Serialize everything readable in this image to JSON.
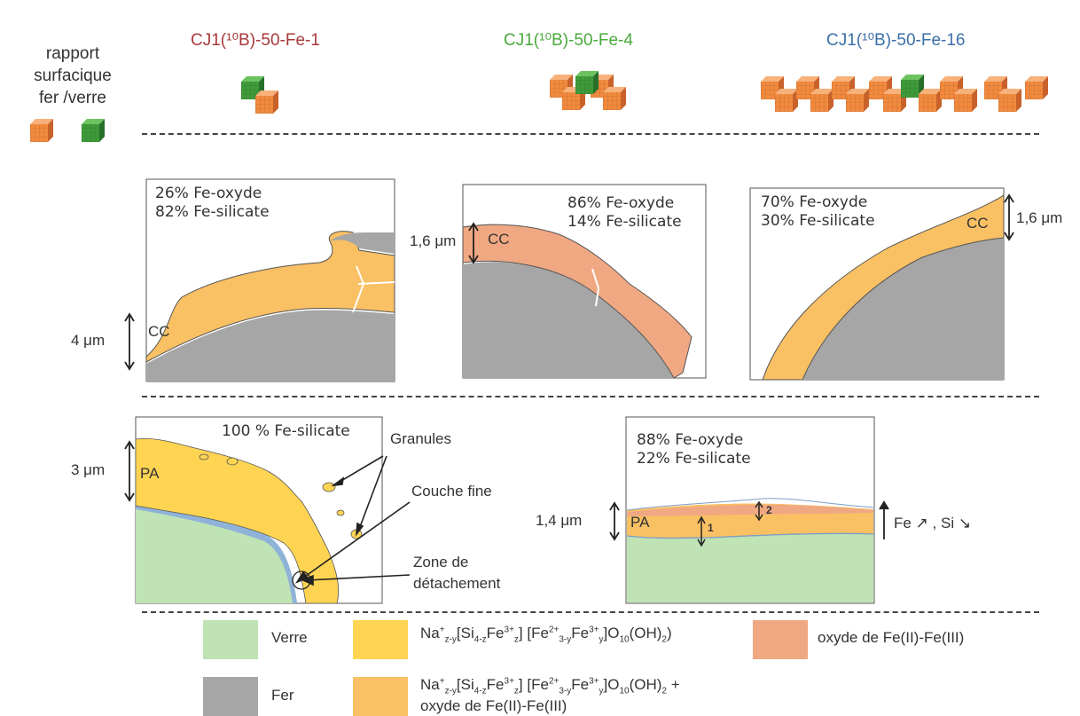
{
  "ratio_label": {
    "line1": "rapport",
    "line2": "surfacique",
    "line3": "fer /verre"
  },
  "columns": [
    {
      "title": "CJ1(¹⁰B)-50-Fe-1",
      "color": "#a8383b"
    },
    {
      "title": "CJ1(¹⁰B)-50-Fe-4",
      "color": "#4aa93c"
    },
    {
      "title": "CJ1(¹⁰B)-50-Fe-16",
      "color": "#3a6fa8"
    }
  ],
  "panels": {
    "p1": {
      "line1": "26% Fe-oxyde",
      "line2": "82% Fe-silicate",
      "layer": "CC",
      "thickness": "4 μm"
    },
    "p2": {
      "line1": "86% Fe-oxyde",
      "line2": "14% Fe-silicate",
      "layer": "CC",
      "thickness": "1,6 μm"
    },
    "p3": {
      "line1": "70% Fe-oxyde",
      "line2": "30% Fe-silicate",
      "layer": "CC",
      "thickness": "1,6 μm"
    },
    "p4": {
      "line1": "100 % Fe-silicate",
      "layer": "PA",
      "thickness": "3 μm"
    },
    "p5": {
      "line1": "88% Fe-oxyde",
      "line2": "22% Fe-silicate",
      "layer": "PA",
      "thickness": "1,4 μm",
      "mark1": "1",
      "mark2": "2"
    }
  },
  "annotations": {
    "granules": "Granules",
    "couche": "Couche fine",
    "zone1": "Zone de",
    "zone2": "détachement",
    "trend": "Fe ↗ , Si ↘"
  },
  "legend": {
    "verre": "Verre",
    "fer": "Fer",
    "oxyde": "oxyde de Fe(II)-Fe(III)",
    "mixed_suffix": " +",
    "mixed_line2": "oxyde de Fe(II)-Fe(III)"
  },
  "colors": {
    "verre": "#bfe3b4",
    "fer": "#a7a6a7",
    "silicate": "#ffd452",
    "oxyde": "#f0a883",
    "mixed": "#f9c064",
    "cube_orange": "#f28a3e",
    "cube_green": "#3f9a3a"
  }
}
